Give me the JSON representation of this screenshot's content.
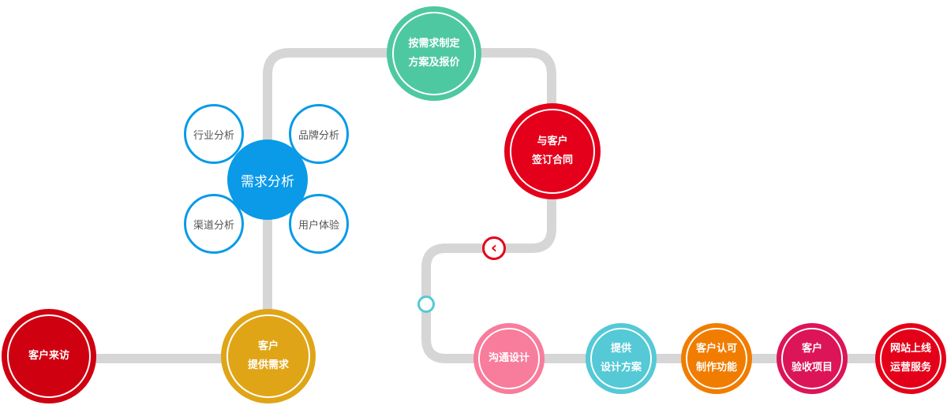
{
  "colors": {
    "track": "#d6d6d6",
    "hub": "#0a9ae8"
  },
  "analysis": {
    "hub_label": "需求分析",
    "subs": [
      {
        "label": "行业分析"
      },
      {
        "label": "品牌分析"
      },
      {
        "label": "渠道分析"
      },
      {
        "label": "用户体验"
      }
    ]
  },
  "steps": [
    {
      "label": "客户来访",
      "color": "#cf0010"
    },
    {
      "label": "客户\n提供需求",
      "color": "#e0a517"
    },
    {
      "label": "按需求制定\n方案及报价",
      "color": "#4ec8a0"
    },
    {
      "label": "与客户\n签订合同",
      "color": "#e4001b"
    },
    {
      "label": "沟通设计",
      "color": "#f87c9b"
    },
    {
      "label": "提供\n设计方案",
      "color": "#55c9d6"
    },
    {
      "label": "客户认可\n制作功能",
      "color": "#f07d00"
    },
    {
      "label": "客户\n验收项目",
      "color": "#dc1558"
    },
    {
      "label": "网站上线\n运营服务",
      "color": "#e50019"
    }
  ],
  "markers": [
    {
      "icon": "chevron-left-icon",
      "color": "#e4001b",
      "glyph": "‹"
    },
    {
      "icon": "ring-icon",
      "color": "#55c9d6"
    }
  ]
}
